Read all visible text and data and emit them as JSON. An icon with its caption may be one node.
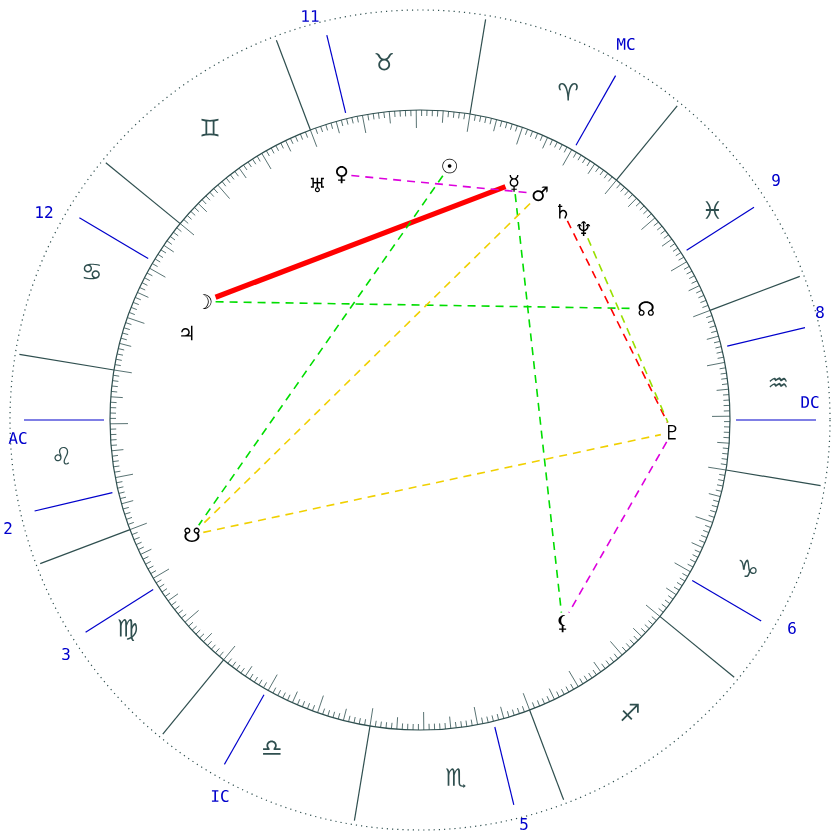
{
  "diagram": {
    "nodes": [
      {
        "text": [
          "☉"
        ]
      },
      {
        "text": [
          "☿"
        ]
      },
      {
        "text": [
          "♂"
        ]
      },
      {
        "text": [
          "♄"
        ]
      },
      {
        "text": [
          "♆"
        ]
      },
      {
        "text": [
          "♅"
        ]
      },
      {
        "text": [
          "♀"
        ]
      },
      {
        "text": [
          "☽"
        ]
      },
      {
        "text": [
          "♃"
        ]
      },
      {
        "text": [
          "☊"
        ]
      },
      {
        "text": [
          "♇"
        ]
      },
      {
        "text": [
          "⚸"
        ]
      },
      {
        "text": [
          "☋"
        ]
      }
    ],
    "edges": [
      {
        "from": 7,
        "to": 1,
        "arrow": "none",
        "style": "thick",
        "color": "#ff0000"
      },
      {
        "from": 6,
        "to": 2,
        "arrow": "none",
        "style": "dashed",
        "color": "#dd00dd"
      },
      {
        "from": 7,
        "to": 9,
        "arrow": "none",
        "style": "dashed",
        "color": "#00dd00"
      },
      {
        "from": 1,
        "to": 11,
        "arrow": "none",
        "style": "dashed",
        "color": "#00dd00"
      },
      {
        "from": 2,
        "to": 12,
        "arrow": "none",
        "style": "dashed",
        "color": "#f0d000"
      },
      {
        "from": 0,
        "to": 12,
        "arrow": "none",
        "style": "dashed",
        "color": "#00dd00"
      },
      {
        "from": 3,
        "to": 10,
        "arrow": "none",
        "style": "dashed",
        "color": "#ff0000"
      },
      {
        "from": 4,
        "to": 10,
        "arrow": "none",
        "style": "dashed",
        "color": "#99e000"
      },
      {
        "from": 12,
        "to": 10,
        "arrow": "none",
        "style": "dashed",
        "color": "#f0d000"
      },
      {
        "from": 10,
        "to": 11,
        "arrow": "none",
        "style": "dashed",
        "color": "#dd00dd"
      }
    ],
    "labels": [
      "11",
      "♉",
      "MC",
      "♈",
      "♊",
      "9",
      "♓",
      "12",
      "♋",
      "8",
      "♒",
      "AC",
      "DC",
      "♌",
      "2",
      "♑",
      "3",
      "♍",
      "6",
      "♐",
      "♎",
      "IC",
      "♏",
      "5"
    ]
  }
}
